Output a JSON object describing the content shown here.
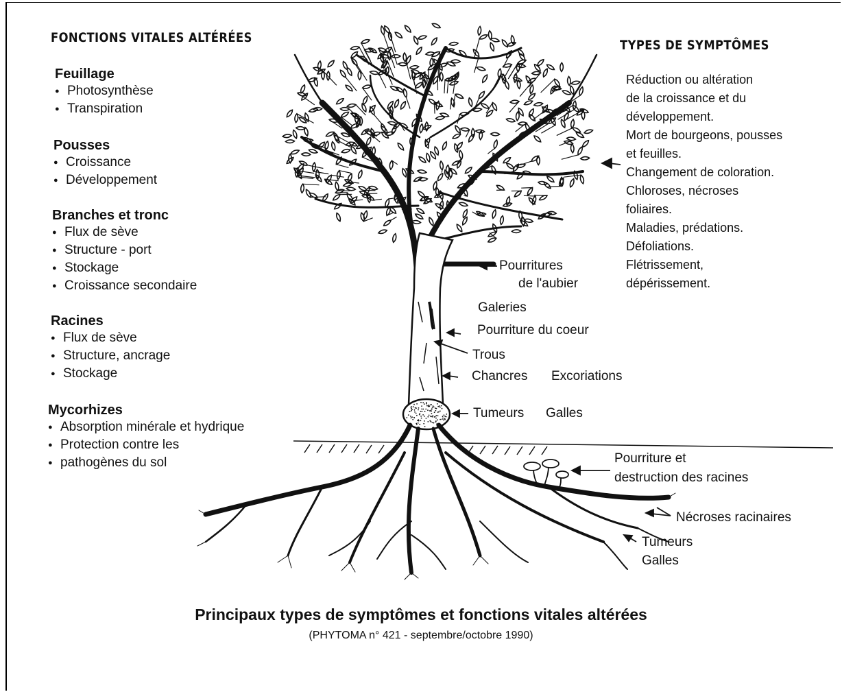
{
  "left_heading": "FONCTIONS VITALES ALTÉRÉES",
  "right_heading": "TYPES DE SYMPTÔMES",
  "functions": [
    {
      "title": "Feuillage",
      "items": [
        "Photosynthèse",
        "Transpiration"
      ]
    },
    {
      "title": "Pousses",
      "items": [
        "Croissance",
        "Développement"
      ]
    },
    {
      "title": "Branches et tronc",
      "items": [
        "Flux de sève",
        "Structure - port",
        "Stockage",
        "Croissance secondaire"
      ]
    },
    {
      "title": "Racines",
      "items": [
        "Flux de sève",
        "Structure, ancrage",
        "Stockage"
      ]
    },
    {
      "title": "Mycorhizes",
      "items": [
        "Absorption minérale et hydrique",
        "Protection contre les",
        "pathogènes du sol"
      ]
    }
  ],
  "symptom_lines": [
    "Réduction ou altération",
    "de la croissance et du",
    "développement.",
    "Mort de bourgeons, pousses",
    "et feuilles.",
    "Changement de coloration.",
    "Chloroses, nécroses",
    "foliaires.",
    "Maladies, prédations.",
    "Défoliations.",
    "Flétrissement,",
    "dépérissement."
  ],
  "labels": {
    "pourritures": "Pourritures",
    "aubier": "de l'aubier",
    "galeries": "Galeries",
    "pourriture_coeur": "Pourriture du coeur",
    "trous": "Trous",
    "chancres": "Chancres",
    "excoriations": "Excoriations",
    "tumeurs": "Tumeurs",
    "galles": "Galles",
    "pourriture_et": "Pourriture et",
    "destruction": "destruction des racines",
    "necroses": "Nécroses racinaires",
    "tumeurs_root": "Tumeurs",
    "galles_root": "Galles"
  },
  "caption": {
    "title": "Principaux types de symptômes et fonctions vitales altérées",
    "source": "(PHYTOMA n° 421 - septembre/octobre 1990)"
  }
}
